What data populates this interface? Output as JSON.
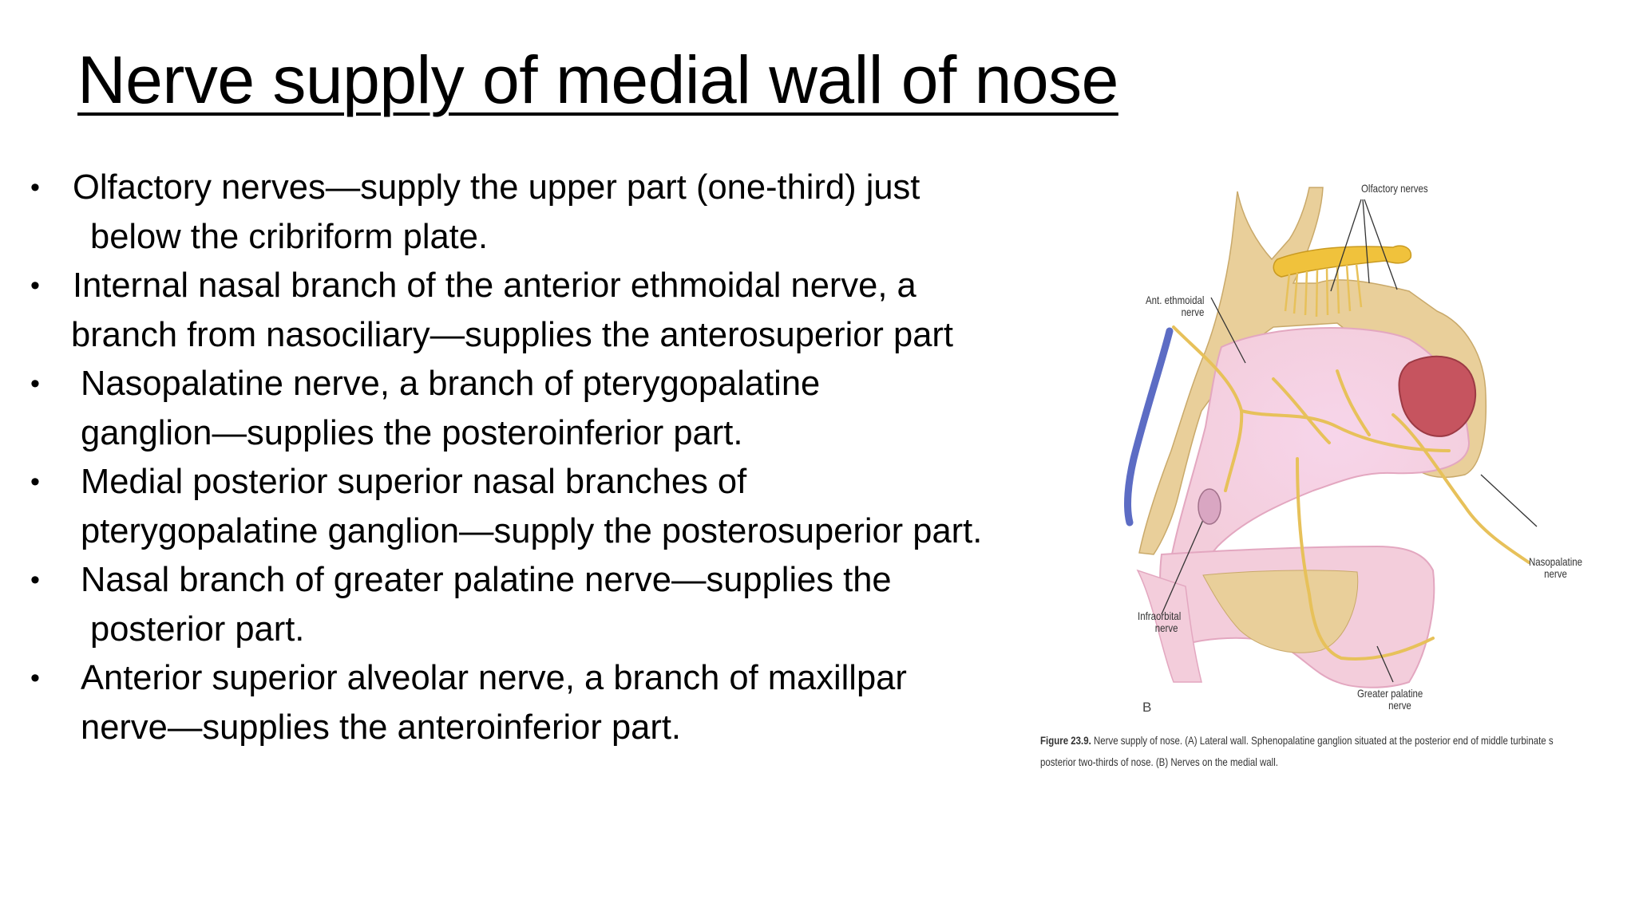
{
  "title": "Nerve supply of medial wall of nose",
  "bullets": [
    {
      "lines": [
        "Olfactory nerves—supply the upper part (one-third) just",
        "below the cribriform plate."
      ]
    },
    {
      "lines": [
        "Internal nasal branch of the anterior ethmoidal nerve, a",
        "branch from nasociliary—supplies the anterosuperior part"
      ]
    },
    {
      "lines": [
        "Nasopalatine nerve, a branch of pterygopalatine",
        "ganglion—supplies the posteroinferior part."
      ]
    },
    {
      "lines": [
        "Medial posterior superior nasal branches of",
        "pterygopalatine ganglion—supply the posterosuperior part."
      ]
    },
    {
      "lines": [
        "Nasal branch of greater palatine nerve—supplies the",
        "posterior part."
      ]
    },
    {
      "lines": [
        "Anterior superior alveolar nerve, a branch of maxillpar",
        "nerve—supplies the anteroinferior part."
      ]
    }
  ],
  "bullet_symbol": "•",
  "figure": {
    "labels": {
      "olfactory": "Olfactory nerves",
      "ant_ethmoidal_1": "Ant. ethmoidal",
      "ant_ethmoidal_2": "nerve",
      "nasopalatine_1": "Nasopalatine",
      "nasopalatine_2": "nerve",
      "infraorbital_1": "Infraorbital",
      "infraorbital_2": "nerve",
      "greater_palatine_1": "Greater palatine",
      "greater_palatine_2": "nerve",
      "panel": "B"
    },
    "caption": {
      "bold": "Figure 23.9.",
      "text_1": "Nerve supply of nose. (A) Lateral wall. Sphenopalatine ganglion situated at the posterior end of middle turbinate s",
      "text_2": "posterior two-thirds of nose. (B) Nerves on the medial wall."
    },
    "colors": {
      "mucosa": "#f2c9d8",
      "bone": "#e9cf9a",
      "nerve": "#e7c15a",
      "olfactory_bulb": "#f0c23c",
      "sinus": "#c6545f",
      "vessel": "#5c6cc4"
    }
  }
}
